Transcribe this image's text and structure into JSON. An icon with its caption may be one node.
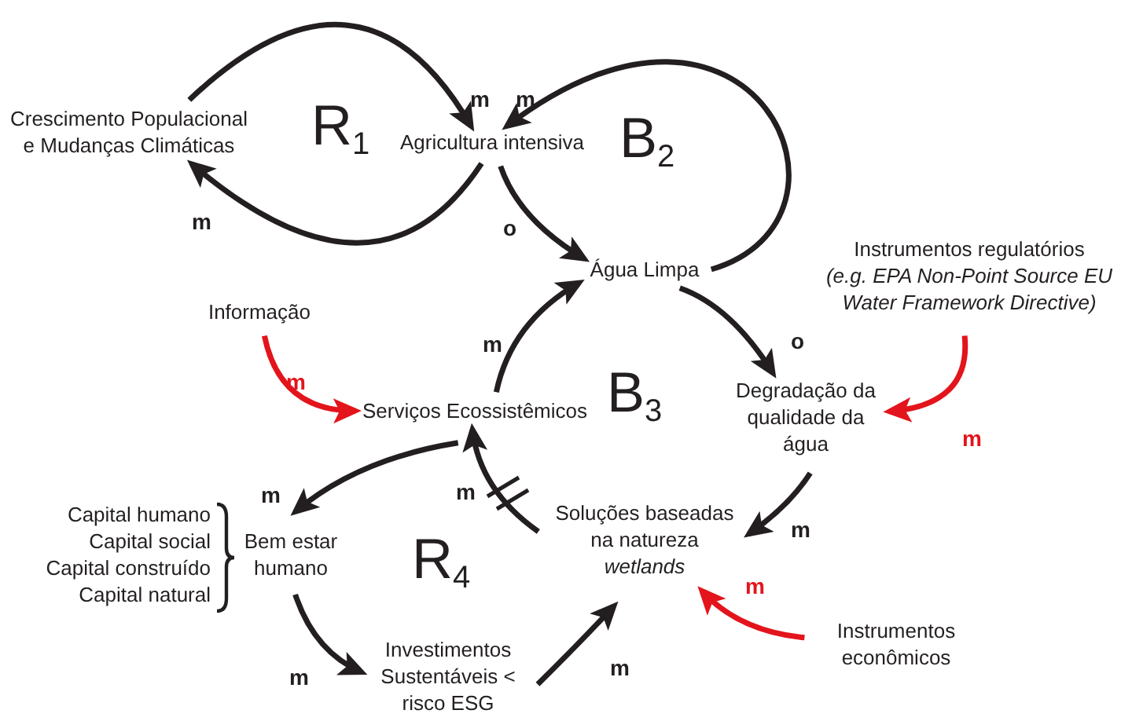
{
  "diagram": {
    "nodes": [
      {
        "text": [
          "Crescimento Populacional e Mudanças Climáticas"
        ]
      },
      {
        "text": [
          "Agricultura intensiva"
        ]
      },
      {
        "text": [
          "Água Limpa"
        ]
      },
      {
        "text": [
          "Instrumentos regulatórios",
          "(e.g. EPA Non-Point Source EU Water Framework Directive)"
        ]
      },
      {
        "text": [
          "Informação"
        ]
      },
      {
        "text": [
          "Serviços Ecossistêmicos"
        ]
      },
      {
        "text": [
          "Degradação da qualidade da água"
        ]
      },
      {
        "text": [
          "Bem estar humano"
        ],
        "beside": [
          "Capital humano",
          "Capital social",
          "Capital construído",
          "Capital natural"
        ]
      },
      {
        "text": [
          "Soluções baseadas na natureza",
          "wetlands"
        ]
      },
      {
        "text": [
          "Investimentos Sustentáveis < risco ESG"
        ]
      },
      {
        "text": [
          "Instrumentos econômicos"
        ]
      }
    ],
    "edges": [
      {
        "from": 0,
        "to": 1,
        "arrow": "to",
        "label": "m"
      },
      {
        "from": 1,
        "to": 0,
        "arrow": "to",
        "label": "m"
      },
      {
        "from": 1,
        "to": 2,
        "arrow": "to",
        "label": "o"
      },
      {
        "from": 2,
        "to": 1,
        "arrow": "to",
        "label": "m"
      },
      {
        "from": 2,
        "to": 6,
        "arrow": "to",
        "label": "o"
      },
      {
        "from": 3,
        "to": 6,
        "arrow": "to",
        "label": "m",
        "color": "#e3141b"
      },
      {
        "from": 4,
        "to": 5,
        "arrow": "to",
        "label": "m",
        "color": "#e3141b"
      },
      {
        "from": 5,
        "to": 2,
        "arrow": "to",
        "label": "m"
      },
      {
        "from": 5,
        "to": 7,
        "arrow": "to",
        "label": "m"
      },
      {
        "from": 7,
        "to": 9,
        "arrow": "to",
        "label": "m"
      },
      {
        "from": 9,
        "to": 8,
        "arrow": "to",
        "label": "m"
      },
      {
        "from": 8,
        "to": 5,
        "arrow": "to",
        "label": "m"
      },
      {
        "from": 6,
        "to": 8,
        "arrow": "to",
        "label": "m"
      },
      {
        "from": 10,
        "to": 8,
        "arrow": "to",
        "label": "m",
        "color": "#e3141b"
      }
    ],
    "labels": [
      "R$_{1}$",
      "B$_{2}$",
      "B$_{3}$",
      "R$_{4}$"
    ]
  }
}
